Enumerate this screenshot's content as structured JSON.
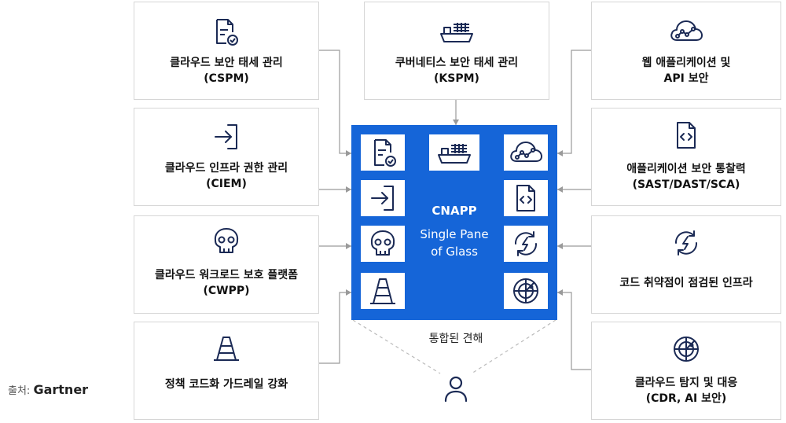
{
  "boxes": {
    "cspm": {
      "line1": "클라우드 보안 태세 관리",
      "line2": "(CSPM)",
      "icon": "document-check-icon"
    },
    "kspm": {
      "line1": "쿠버네티스 보안 태세 관리",
      "line2": "(KSPM)",
      "icon": "container-ship-icon"
    },
    "webapi": {
      "line1": "웹 애플리케이션 및",
      "line2": "API 보안",
      "icon": "cloud-network-icon"
    },
    "ciem": {
      "line1": "클라우드 인프라 권한 관리",
      "line2": "(CIEM)",
      "icon": "sign-in-icon"
    },
    "appsec": {
      "line1": "애플리케이션 보안 통찰력",
      "line2": "(SAST/DAST/SCA)",
      "icon": "code-file-icon"
    },
    "cwpp": {
      "line1": "클라우드 워크로드 보호 플랫폼",
      "line2": "(CWPP)",
      "icon": "skull-icon"
    },
    "iac": {
      "line1": "코드 취약점이 점검된 인프라",
      "icon": "refresh-bolt-icon"
    },
    "guardrail": {
      "line1": "정책 코드화 가드레일 강화",
      "icon": "traffic-cone-icon"
    },
    "cdr": {
      "line1": "클라우드 탐지 및 대응",
      "line2": "(CDR, AI 보안)",
      "icon": "radar-icon"
    }
  },
  "center": {
    "title": "CNAPP",
    "subtitle_line1": "Single Pane",
    "subtitle_line2": "of Glass"
  },
  "unified_view": "통합된 견해",
  "source": {
    "label": "출처:",
    "brand": "Gartner"
  },
  "colors": {
    "accent": "#1565d8",
    "icon": "#1b2a55"
  }
}
